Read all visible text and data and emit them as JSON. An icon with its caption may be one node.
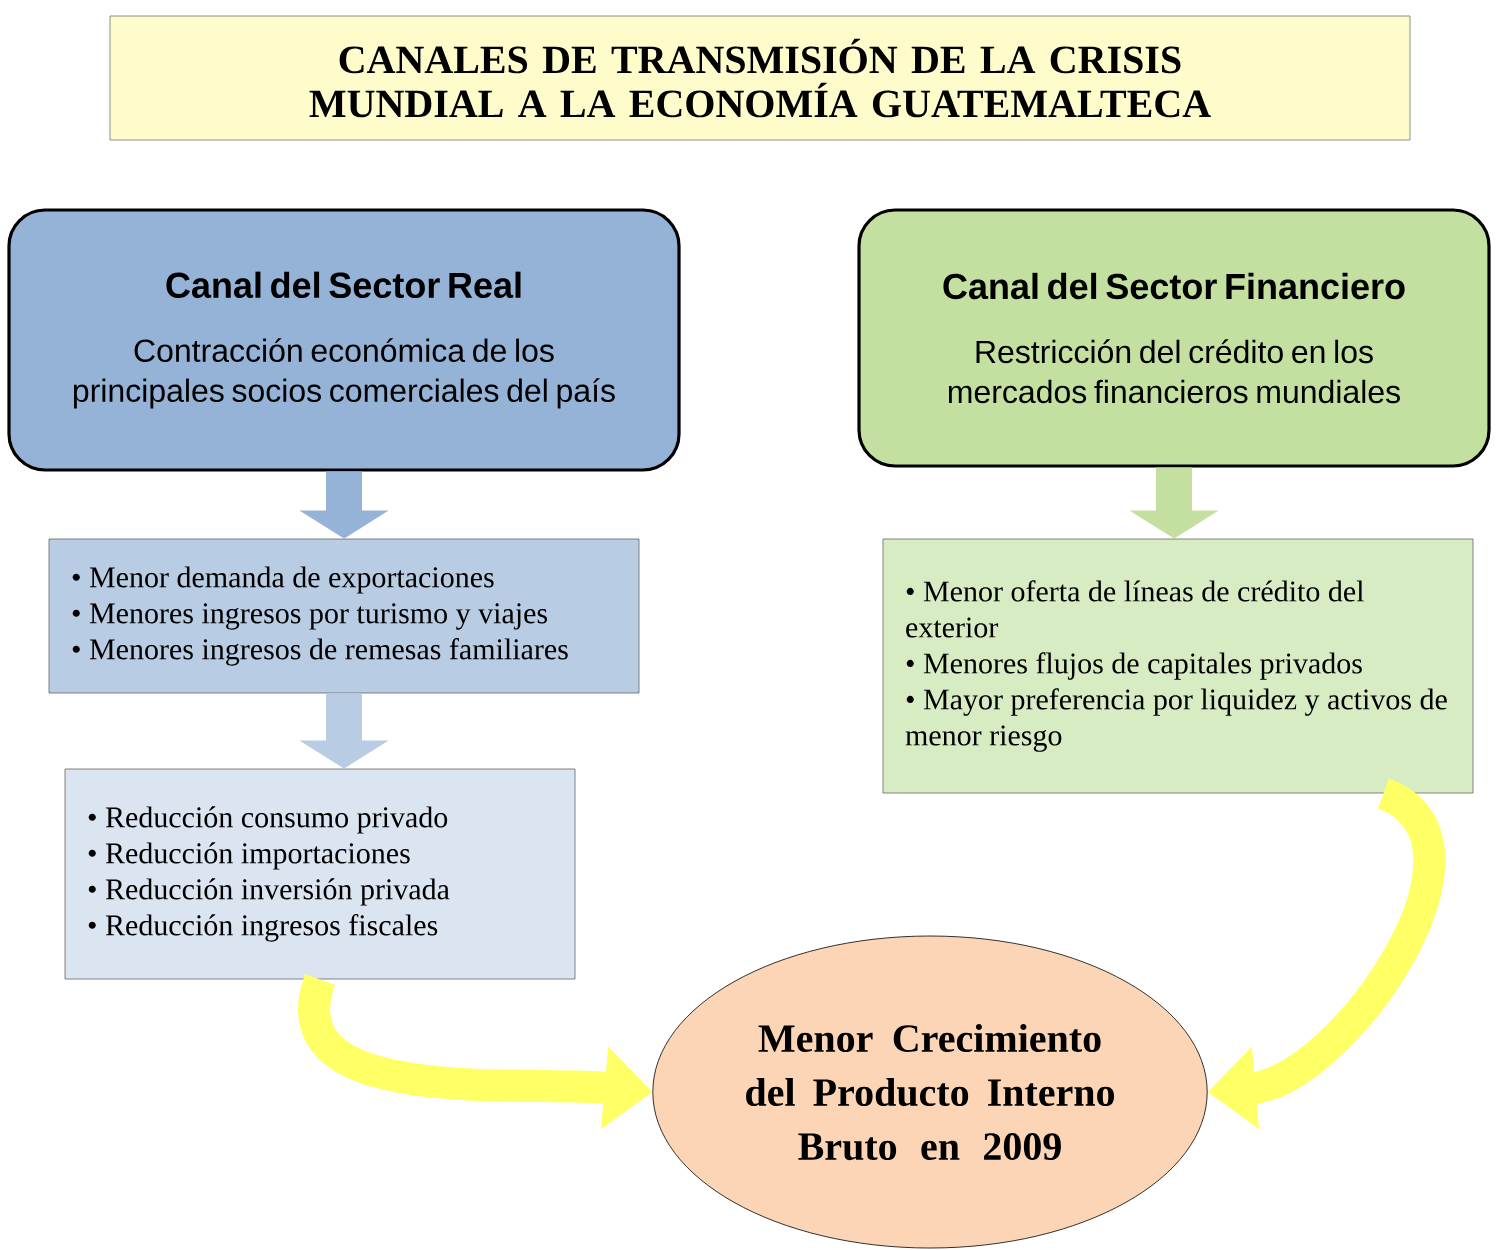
{
  "diagram": {
    "title": "CANALES DE TRANSMISIÓN DE LA CRISIS MUNDIAL A LA ECONOMÍA GUATEMALTECA",
    "nodes": [
      {
        "text": [
          "Canal del Sector Real",
          "Contracción económica de los principales socios comerciales del país"
        ]
      },
      {
        "text": [
          "• Menor demanda de exportaciones",
          "• Menores ingresos por turismo y viajes",
          "• Menores ingresos de remesas familiares"
        ]
      },
      {
        "text": [
          "• Reducción consumo privado",
          "• Reducción importaciones",
          "• Reducción inversión privada",
          "• Reducción ingresos fiscales"
        ]
      },
      {
        "text": [
          "Canal del Sector Financiero",
          "Restricción del crédito en los mercados financieros mundiales"
        ]
      },
      {
        "text": [
          "• Menor oferta de líneas de crédito del exterior",
          "• Menores flujos de capitales privados",
          "• Mayor preferencia por liquidez y activos de menor riesgo"
        ]
      },
      {
        "text": [
          "Menor Crecimiento del Producto Interno Bruto en 2009"
        ]
      }
    ],
    "edges": [
      {
        "from": 0,
        "to": 1,
        "arrow": "to",
        "color": "#95b3d7"
      },
      {
        "from": 1,
        "to": 2,
        "arrow": "to",
        "color": "#b8cce4"
      },
      {
        "from": 3,
        "to": 4,
        "arrow": "to",
        "color": "#c3e0a0"
      },
      {
        "from": 2,
        "to": 5,
        "arrow": "to",
        "color": "#ffff66"
      },
      {
        "from": 4,
        "to": 5,
        "arrow": "to",
        "color": "#ffff66"
      }
    ]
  }
}
